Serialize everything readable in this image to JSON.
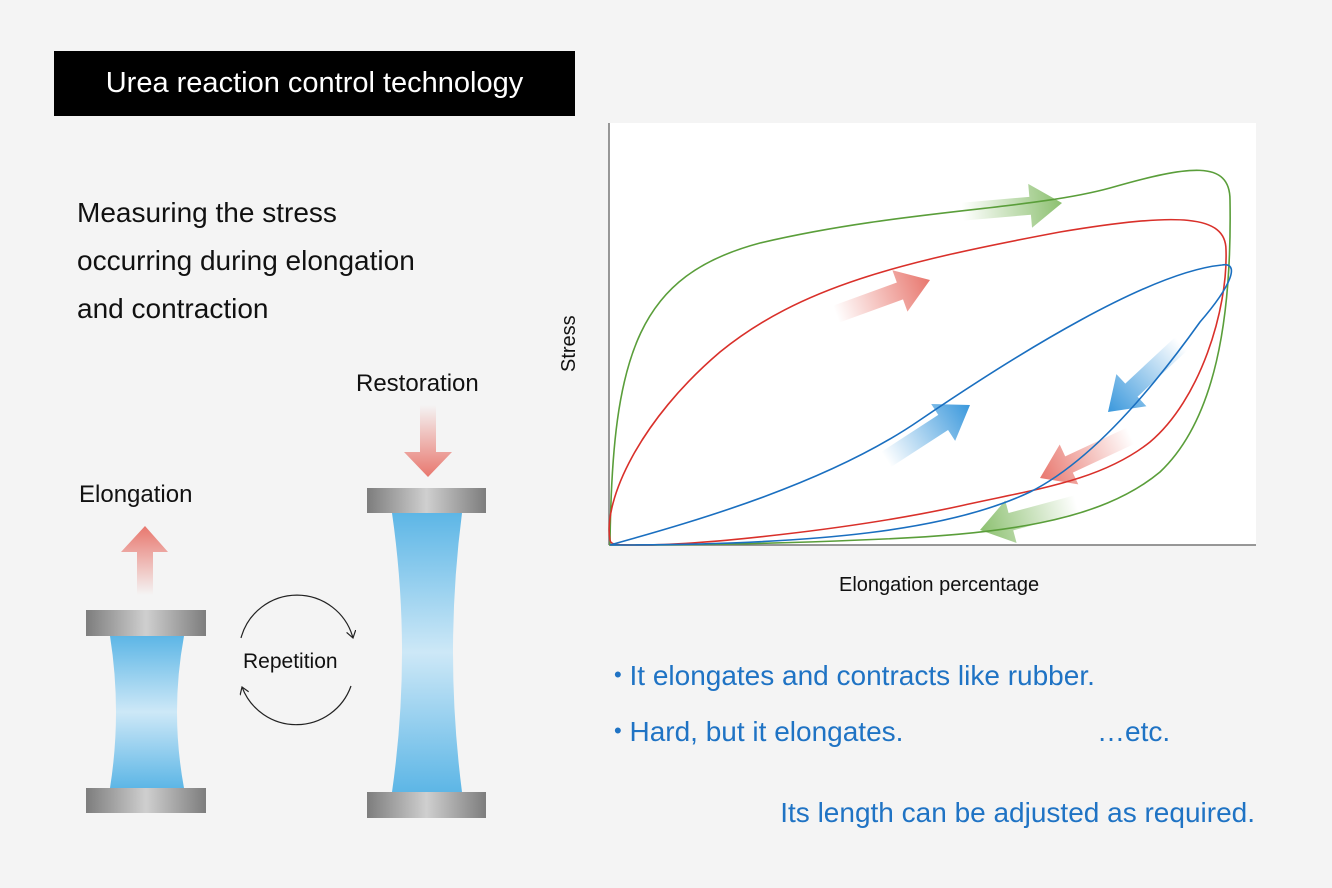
{
  "title": "Urea reaction control technology",
  "heading": [
    "Measuring the stress",
    "occurring during elongation",
    "and contraction"
  ],
  "labels": {
    "elongation": "Elongation",
    "restoration": "Restoration",
    "repetition": "Repetition"
  },
  "graph": {
    "y_label": "Stress",
    "x_label": "Elongation percentage"
  },
  "bullets": [
    {
      "marker": "•",
      "text": "It elongates and contracts like rubber."
    },
    {
      "marker": "•",
      "text": "Hard, but it elongates.",
      "suffix": "…etc."
    }
  ],
  "footer": "Its length can be adjusted as required.",
  "colors": {
    "green": "#5a9e3a",
    "red": "#d9302a",
    "blue": "#1a6fc0",
    "accent_text": "#1f73c4",
    "arrow_red": "#e8776e",
    "arrow_blue": "#3a98dc",
    "arrow_green": "#8cc070"
  }
}
